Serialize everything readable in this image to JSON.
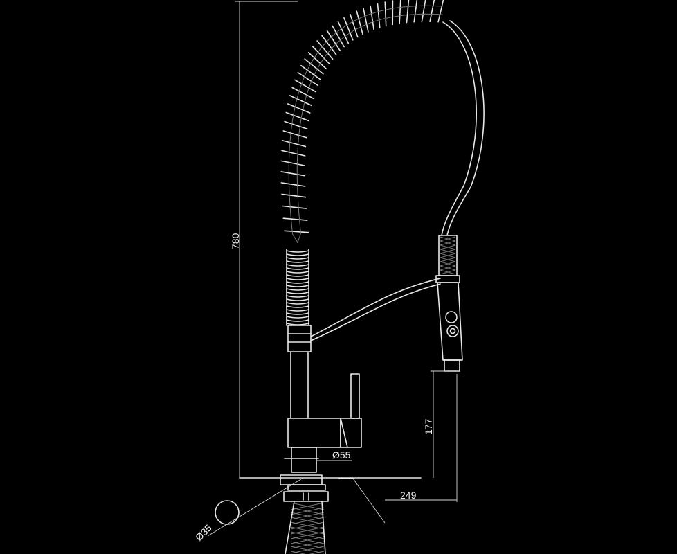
{
  "dimensions": {
    "total_height": "780",
    "spray_height": "177",
    "base_diameter": "Ø55",
    "reach": "249",
    "hole_diameter": "Ø35"
  },
  "colors": {
    "background": "#000000",
    "line": "#e8e8e8"
  }
}
